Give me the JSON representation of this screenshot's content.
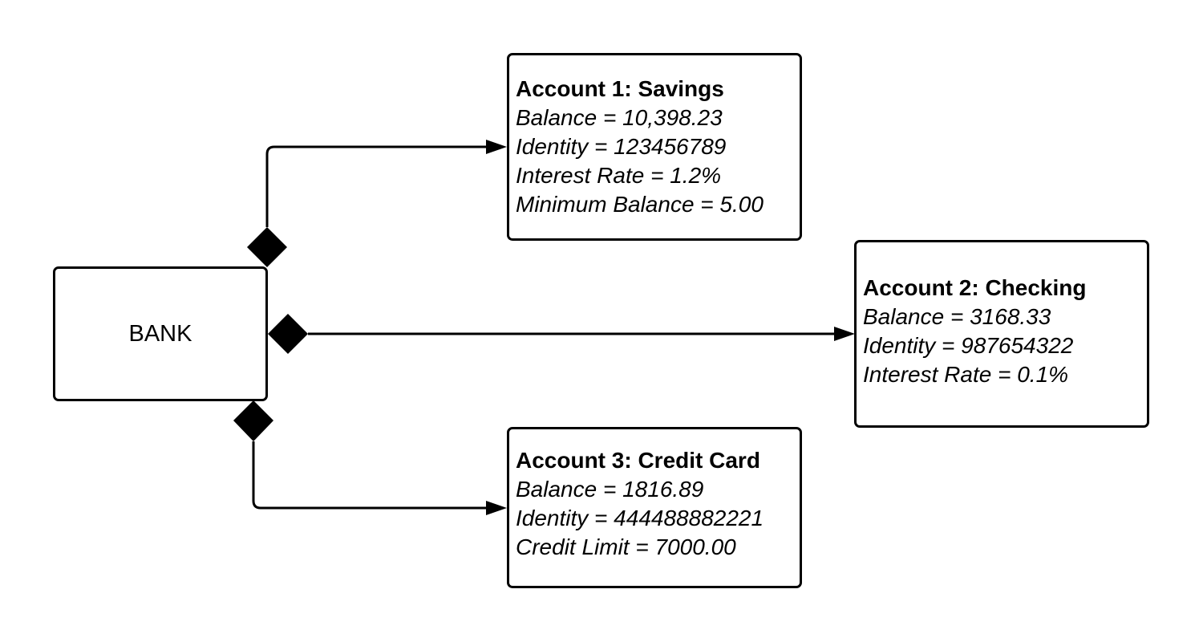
{
  "bank": {
    "label": "BANK"
  },
  "accounts": [
    {
      "title": "Account 1: Savings",
      "lines": [
        "Balance = 10,398.23",
        "Identity = 123456789",
        "Interest Rate = 1.2%",
        "Minimum Balance = 5.00"
      ]
    },
    {
      "title": "Account 2: Checking",
      "lines": [
        "Balance = 3168.33",
        "Identity = 987654322",
        "Interest Rate = 0.1%"
      ]
    },
    {
      "title": "Account 3: Credit Card",
      "lines": [
        "Balance = 1816.89",
        "Identity = 444488882221",
        "Credit Limit = 7000.00"
      ]
    }
  ],
  "colors": {
    "stroke": "#000000",
    "background": "#ffffff"
  }
}
